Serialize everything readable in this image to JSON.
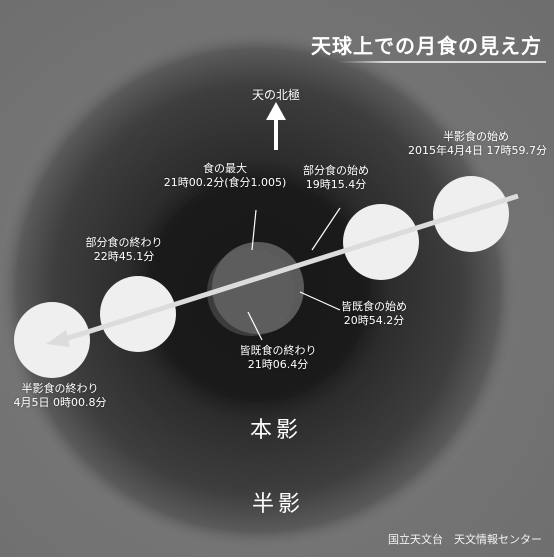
{
  "title": "天球上での月食の見え方",
  "north_label": "天の北極",
  "labels": {
    "penumbral_start": {
      "title": "半影食の始め",
      "time": "2015年4月4日 17時59.7分"
    },
    "partial_start": {
      "title": "部分食の始め",
      "time": "19時15.4分"
    },
    "maximum": {
      "title": "食の最大",
      "time": "21時00.2分(食分1.005)"
    },
    "total_start": {
      "title": "皆既食の始め",
      "time": "20時54.2分"
    },
    "total_end": {
      "title": "皆既食の終わり",
      "time": "21時06.4分"
    },
    "partial_end": {
      "title": "部分食の終わり",
      "time": "22時45.1分"
    },
    "penumbral_end": {
      "title": "半影食の終わり",
      "time": "4月5日 0時00.8分"
    }
  },
  "umbra_label": "本影",
  "penumbra_label": "半影",
  "credit": "国立天文台　天文情報センター",
  "colors": {
    "background": "#7a7a7a",
    "penumbra": "#3c3c3c",
    "umbra": "#1c1c1c",
    "moon": "#efefef",
    "eclipsed_moon": "#5c5c5c",
    "text": "#ffffff"
  }
}
